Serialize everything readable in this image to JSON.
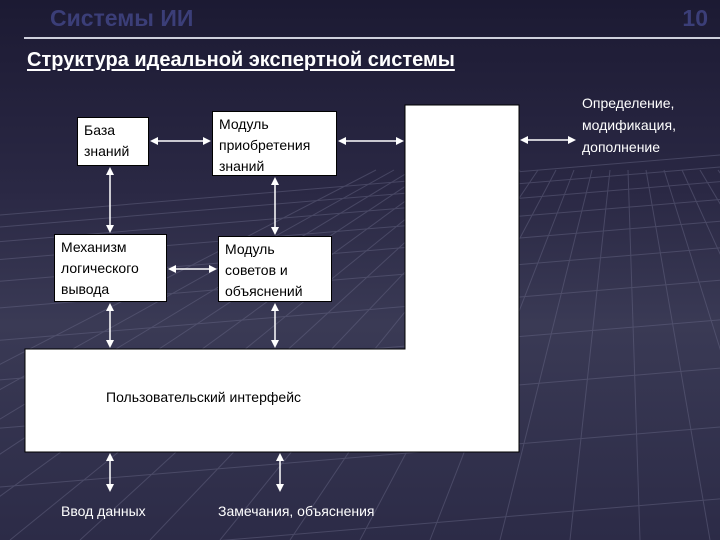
{
  "header": {
    "title": "Системы ИИ",
    "slide_number": "10"
  },
  "subtitle": "Структура идеальной экспертной системы",
  "diagram": {
    "boxes": {
      "knowledge_base": "База\nзнаний",
      "acquisition_module": "Модуль\nприобретения\nзнаний",
      "inference_engine": "Механизм\nлогического\nвывода",
      "explanation_module": "Модуль\nсоветов и\nобъяснений",
      "user_interface": "Пользовательский интерфейс"
    },
    "external_labels": {
      "modification": "Определение,\nмодификация,\nдополнение",
      "data_input": "Ввод данных",
      "remarks": "Замечания, объяснения"
    }
  },
  "colors": {
    "title": "#3b3e78",
    "background": "#2a2844",
    "box": "#ffffff",
    "arrow": "#ffffff"
  }
}
